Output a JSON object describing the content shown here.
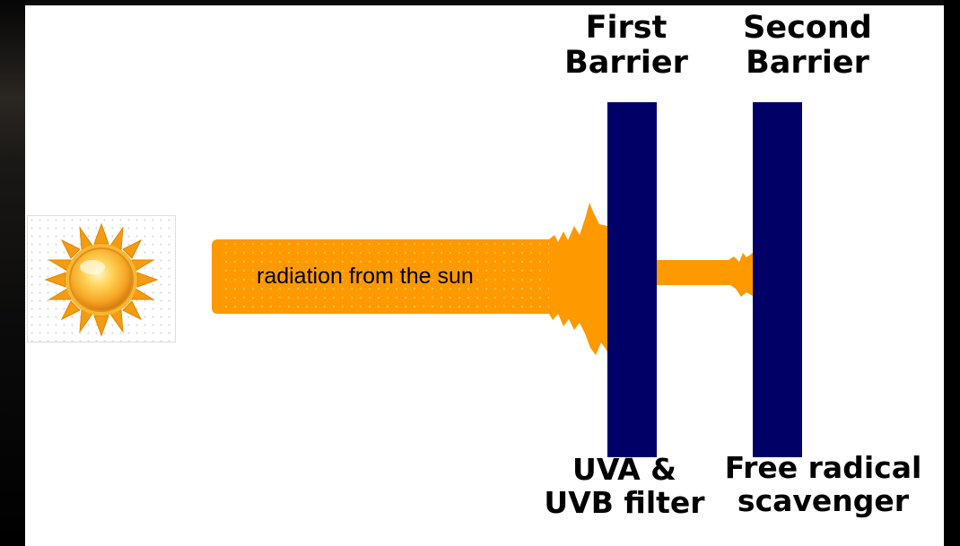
{
  "barriers": {
    "first": {
      "title_lines": [
        "First",
        "Barrier"
      ],
      "function_lines": [
        "UVA &",
        "UVB filter"
      ]
    },
    "second": {
      "title_lines": [
        "Second",
        "Barrier"
      ],
      "function_lines": [
        "Free radical",
        "scavenger"
      ]
    }
  },
  "radiation": {
    "label": "radiation from the sun"
  },
  "icons": {
    "sun": "sun-icon"
  },
  "colors": {
    "barrier": "#000066",
    "radiation": "#FF9900",
    "sun_core": "#F5B030",
    "background": "#FFFFFF"
  }
}
